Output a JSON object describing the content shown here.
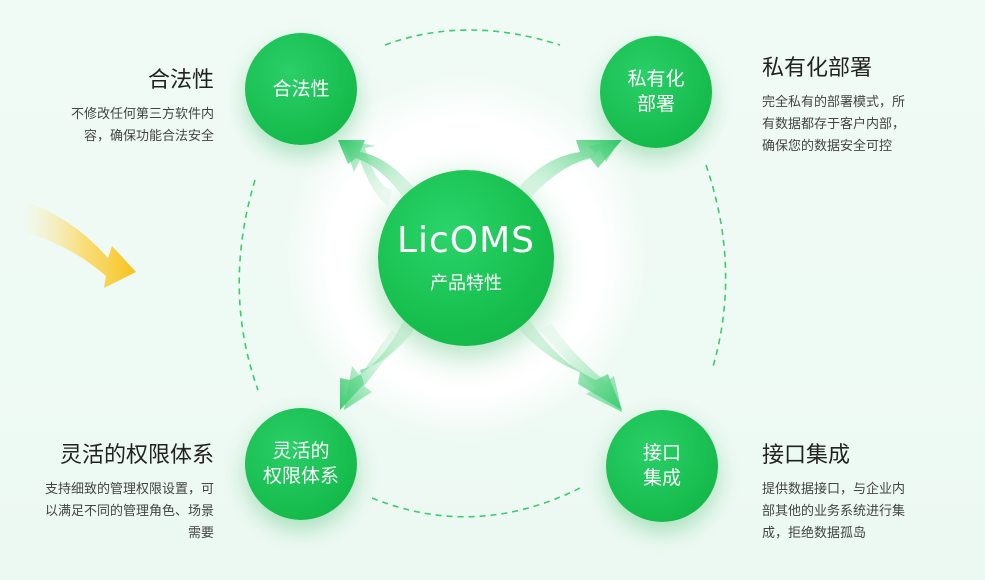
{
  "center": {
    "title": "LicOMS",
    "subtitle": "产品特性"
  },
  "nodes": {
    "top_left": [
      "合法性"
    ],
    "top_right": [
      "私有化",
      "部署"
    ],
    "bottom_left": [
      "灵活的",
      "权限体系"
    ],
    "bottom_right": [
      "接口",
      "集成"
    ]
  },
  "features": {
    "top_left": {
      "title": "合法性",
      "desc": [
        "不修改任何第三方软件内",
        "容，确保功能合法安全"
      ]
    },
    "top_right": {
      "title": "私有化部署",
      "desc": [
        "完全私有的部署模式，所",
        "有数据都存于客户内部，",
        "确保您的数据安全可控"
      ]
    },
    "bottom_left": {
      "title": "灵活的权限体系",
      "desc": [
        "支持细致的管理权限设置，可",
        "以满足不同的管理角色、场景",
        "需要"
      ]
    },
    "bottom_right": {
      "title": "接口集成",
      "desc": [
        "提供数据接口，与企业内",
        "部其他的业务系统进行集",
        "成，拒绝数据孤岛"
      ]
    }
  },
  "colors": {
    "primary_green": "#17bf4e",
    "dash_green": "#3dcb70",
    "arrow_yellow": "#f7c21b"
  }
}
